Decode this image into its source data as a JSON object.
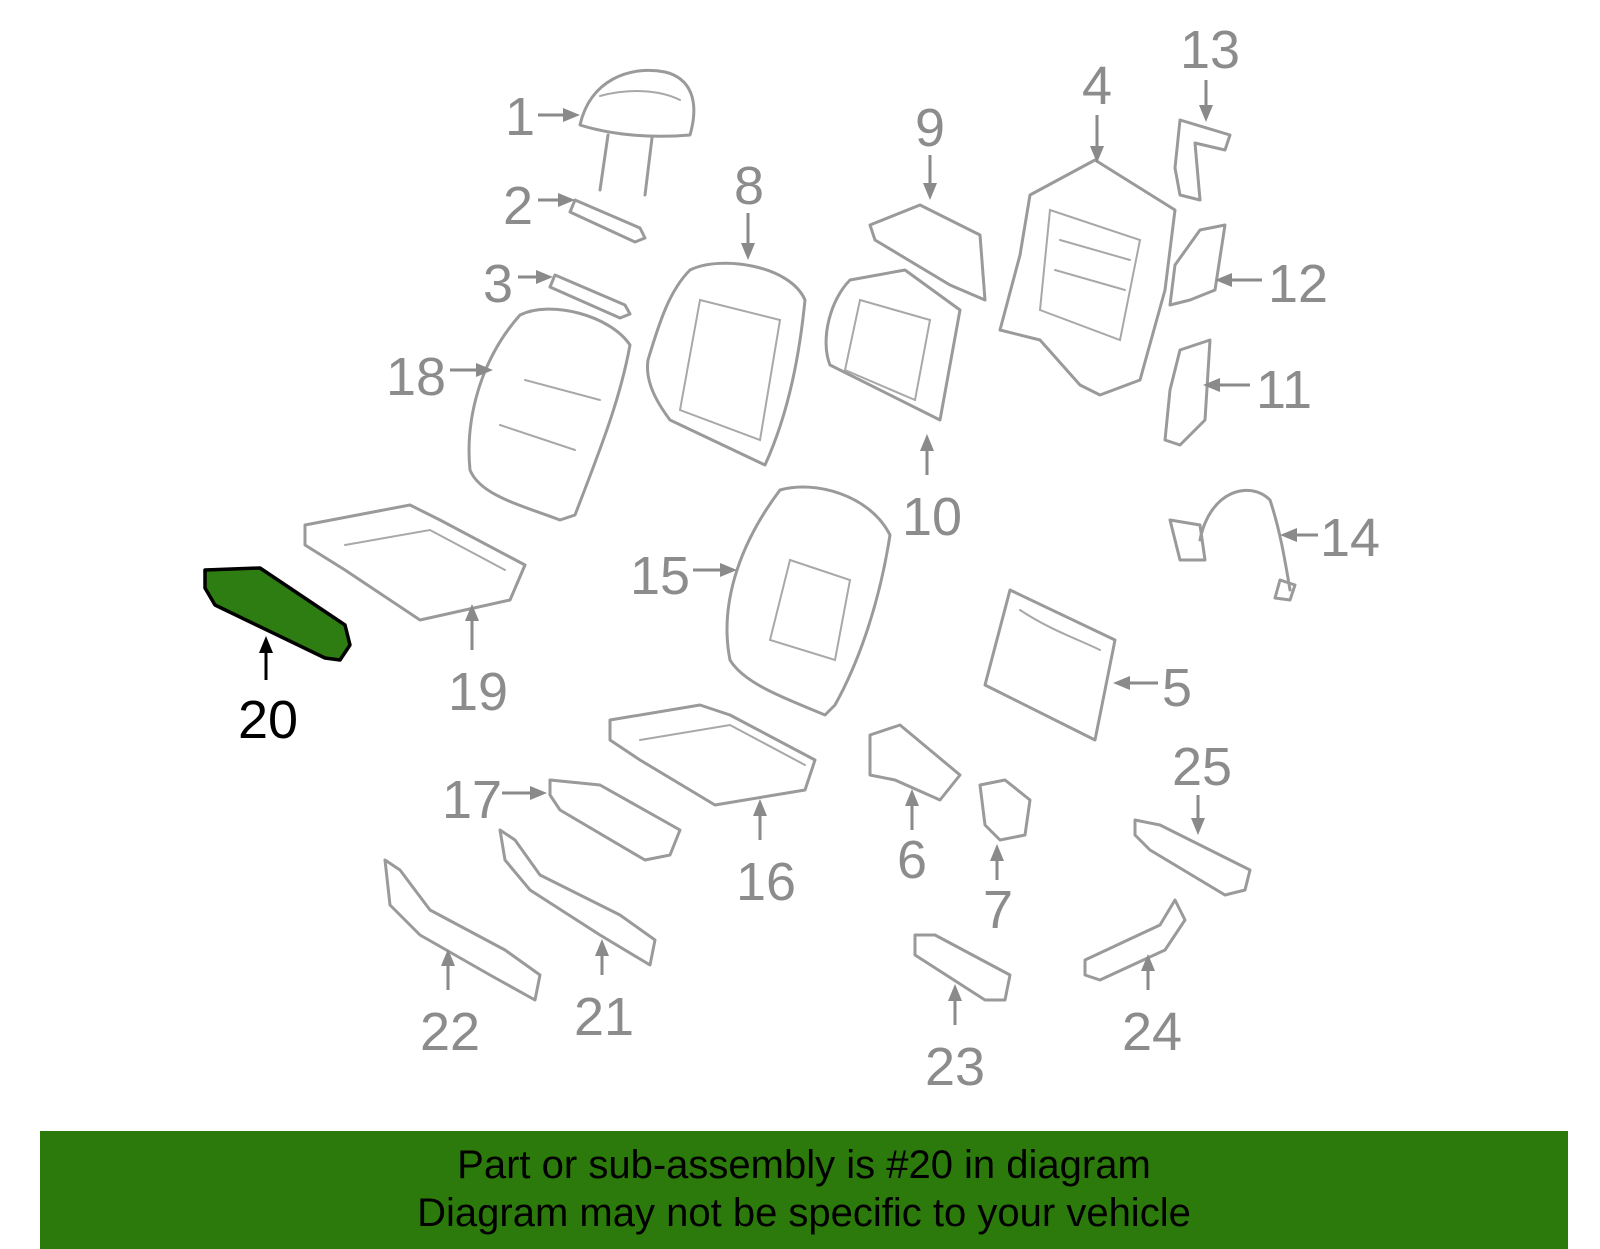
{
  "diagram": {
    "highlighted_part": "20",
    "callouts": [
      "1",
      "2",
      "3",
      "4",
      "5",
      "6",
      "7",
      "8",
      "9",
      "10",
      "11",
      "12",
      "13",
      "14",
      "15",
      "16",
      "17",
      "18",
      "19",
      "20",
      "21",
      "22",
      "23",
      "24",
      "25"
    ]
  },
  "banner": {
    "line1": "Part or sub-assembly is #20 in diagram",
    "line2": "Diagram may not be specific to your vehicle"
  },
  "colors": {
    "highlight": "#2e7d12",
    "banner": "#2b7a0b",
    "parts": "#9a9a9a"
  }
}
